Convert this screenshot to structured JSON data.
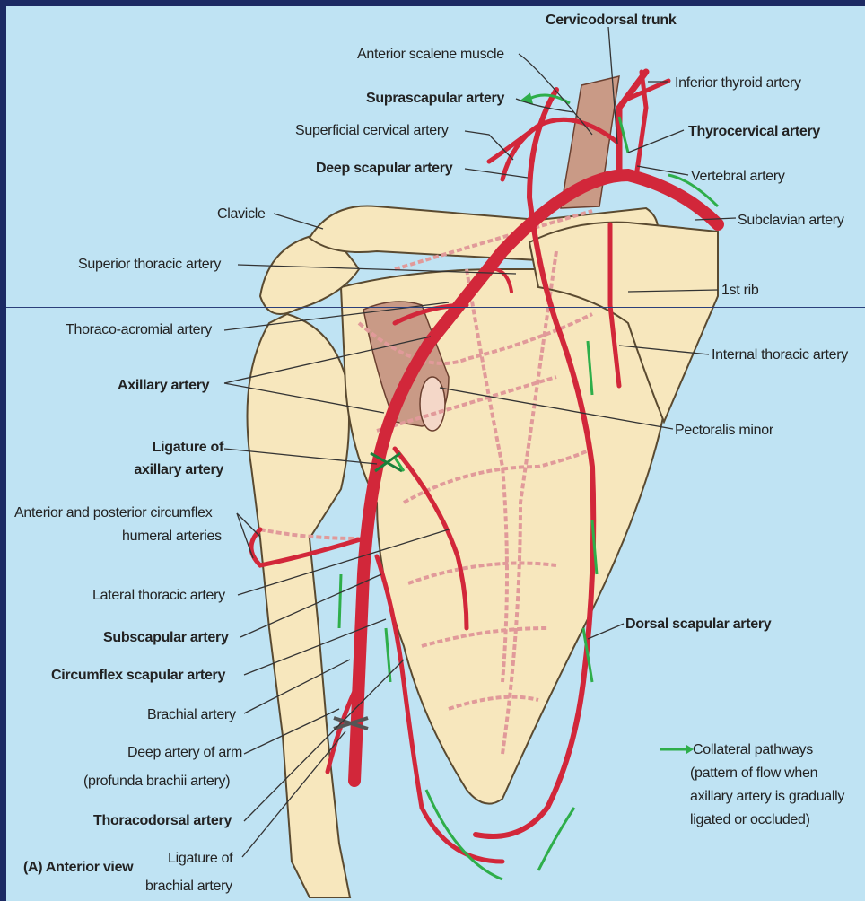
{
  "labels": {
    "cervicodorsal_trunk": "Cervicodorsal trunk",
    "anterior_scalene": "Anterior scalene muscle",
    "inferior_thyroid": "Inferior thyroid artery",
    "suprascapular": "Suprascapular artery",
    "superficial_cervical": "Superficial cervical artery",
    "thyrocervical": "Thyrocervical artery",
    "deep_scapular": "Deep scapular artery",
    "vertebral": "Vertebral artery",
    "clavicle": "Clavicle",
    "subclavian": "Subclavian artery",
    "superior_thoracic": "Superior thoracic artery",
    "first_rib": "1st rib",
    "thoraco_acromial": "Thoraco-acromial artery",
    "internal_thoracic": "Internal thoracic artery",
    "axillary": "Axillary artery",
    "pectoralis_minor": "Pectoralis minor",
    "ligature_axillary_1": "Ligature of",
    "ligature_axillary_2": "axillary artery",
    "circumflex_humeral_1": "Anterior and posterior circumflex",
    "circumflex_humeral_2": "humeral arteries",
    "lateral_thoracic": "Lateral thoracic artery",
    "dorsal_scapular": "Dorsal scapular artery",
    "subscapular": "Subscapular artery",
    "circumflex_scapular": "Circumflex scapular artery",
    "brachial": "Brachial artery",
    "deep_arm_1": "Deep artery of arm",
    "deep_arm_2": "(profunda brachii artery)",
    "thoracodorsal": "Thoracodorsal artery",
    "ligature_brachial_1": "Ligature of",
    "ligature_brachial_2": "brachial artery",
    "view": "(A) Anterior view"
  },
  "legend": {
    "line1": "Collateral pathways",
    "line2": "(pattern of flow when",
    "line3": "axillary artery is gradually",
    "line4": "ligated or occluded)"
  },
  "colors": {
    "background": "#bfe3f3",
    "bone": "#f7e7bd",
    "artery": "#d2273a",
    "collateral_arrow": "#2eae4a",
    "muscle": "#c99a86",
    "frame": "#1c2a63"
  }
}
